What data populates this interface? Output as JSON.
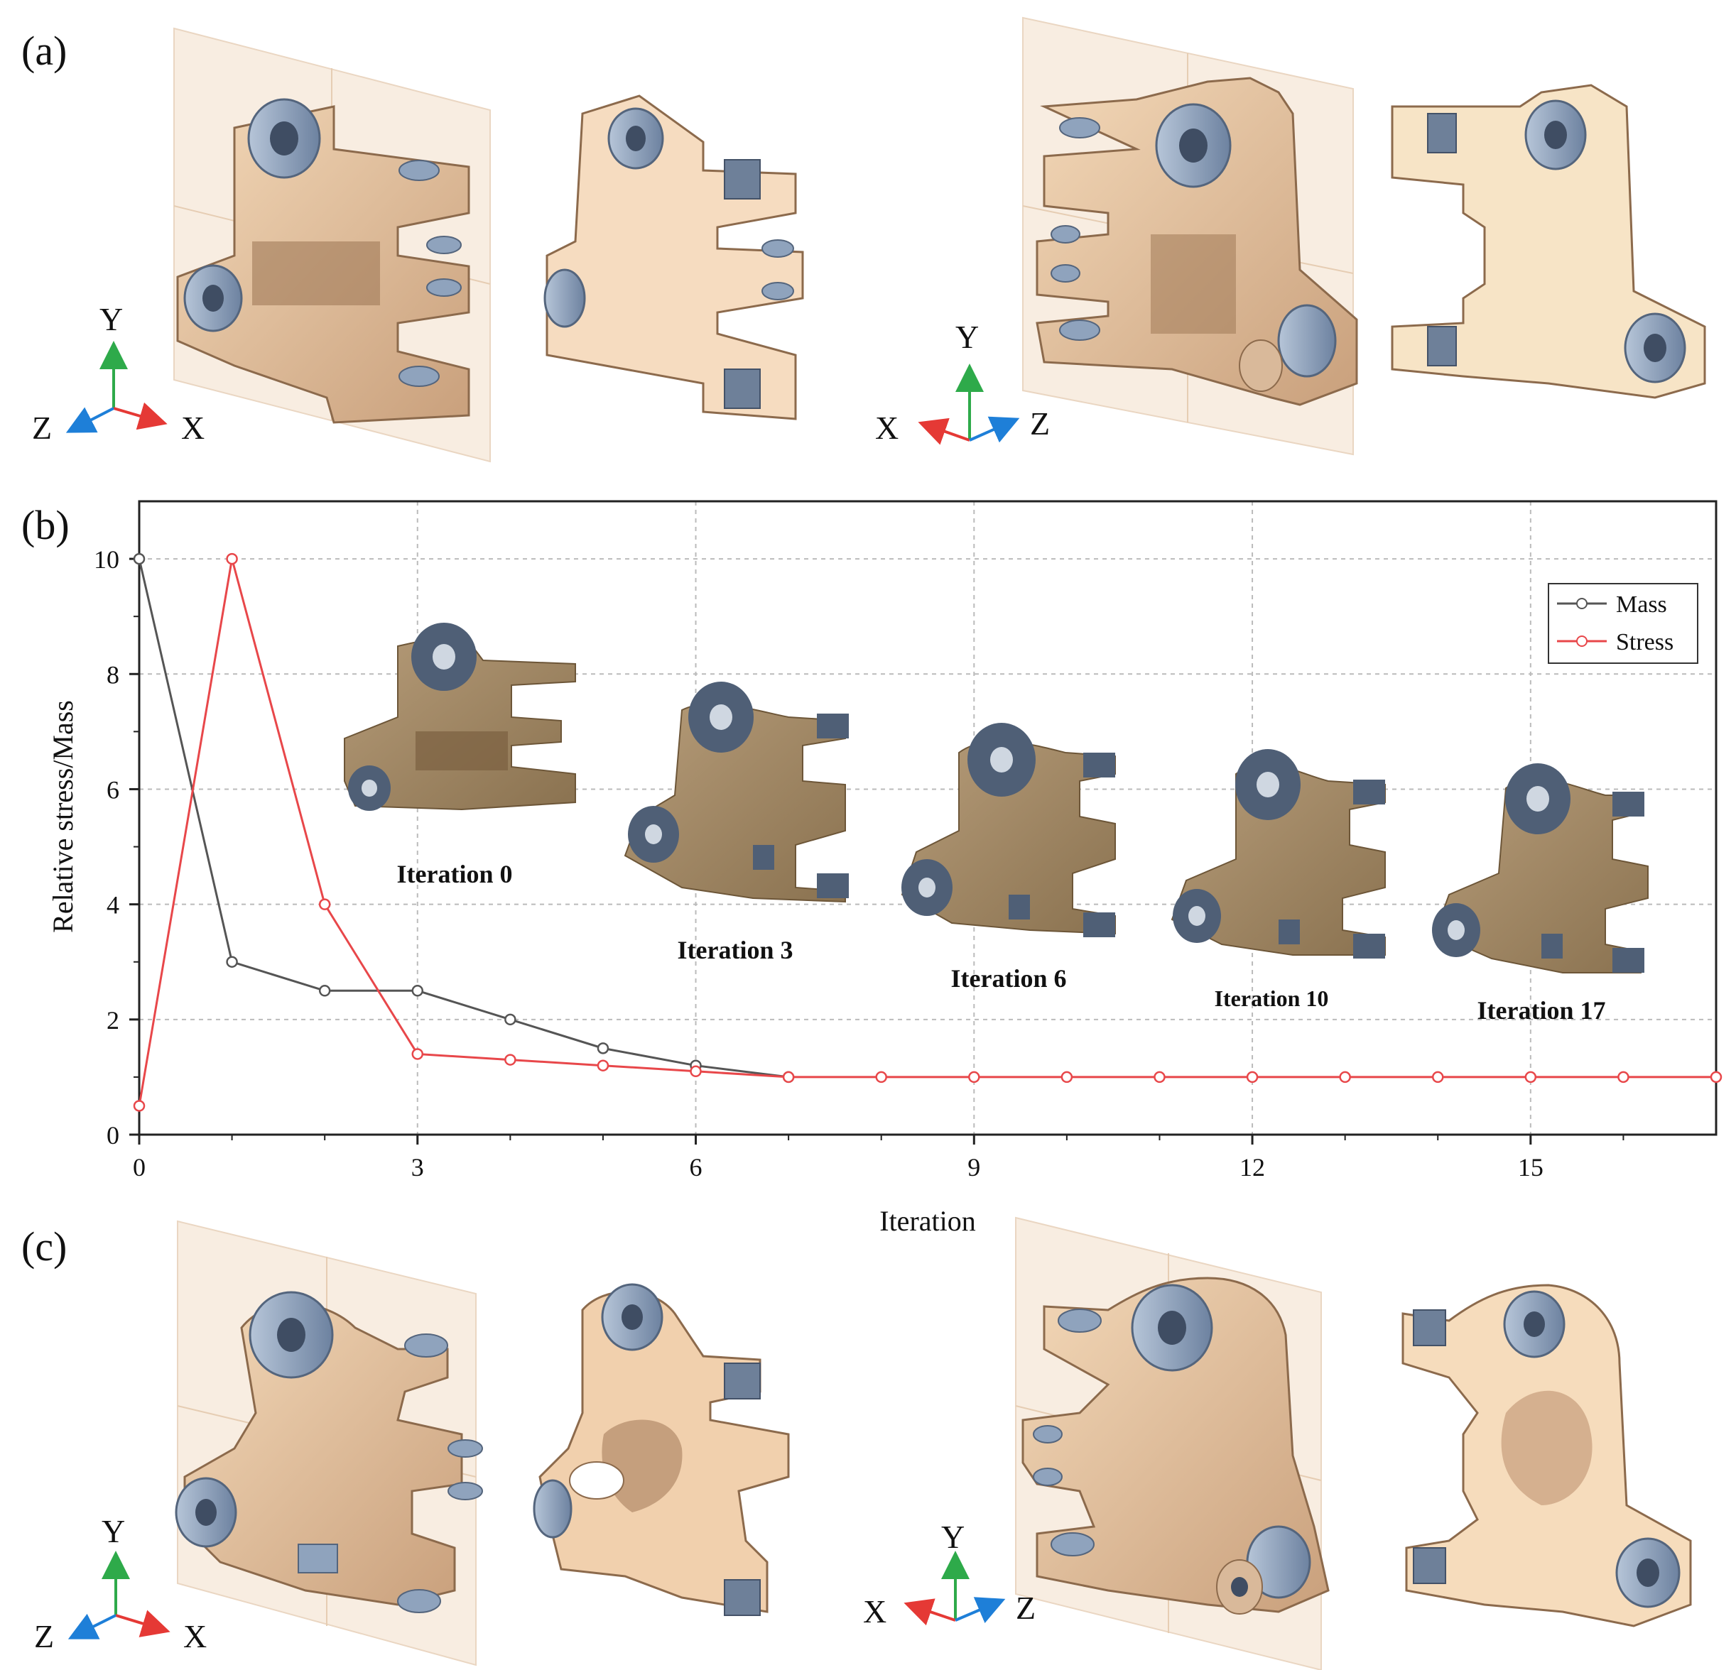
{
  "panels": {
    "a": "(a)",
    "b": "(b)",
    "c": "(c)"
  },
  "axes_triads": {
    "left": {
      "x": "X",
      "y": "Y",
      "z": "Z"
    },
    "right": {
      "x": "X",
      "y": "Y",
      "z": "Z"
    }
  },
  "colors": {
    "mass": "#555555",
    "stress": "#e8474a",
    "part_light": "#f1d6b5",
    "part_dark": "#c7a07e",
    "bushing": "#8fa3bd",
    "topo": "#a38b6a",
    "grid": "#bbbbbb",
    "plane": "#f6e7d6"
  },
  "insets": [
    {
      "label": "Iteration 0"
    },
    {
      "label": "Iteration 3"
    },
    {
      "label": "Iteration 6"
    },
    {
      "label": "Iteration 10"
    },
    {
      "label": "Iteration 17"
    }
  ],
  "chart_data": {
    "type": "line",
    "xlabel": "Iteration",
    "ylabel": "Relative stress/Mass",
    "xlim": [
      0,
      17
    ],
    "ylim": [
      0,
      11
    ],
    "xticks": [
      0,
      3,
      6,
      9,
      12,
      15
    ],
    "yticks": [
      0,
      2,
      4,
      6,
      8,
      10
    ],
    "grid": true,
    "legend": "top-right",
    "series": [
      {
        "name": "Mass",
        "color": "#555555",
        "x": [
          0,
          1,
          2,
          3,
          4,
          5,
          6,
          7
        ],
        "y": [
          10,
          3,
          2.5,
          2.5,
          2,
          1.5,
          1.2,
          1
        ]
      },
      {
        "name": "Stress",
        "color": "#e8474a",
        "x": [
          0,
          1,
          2,
          3,
          4,
          5,
          6,
          7,
          8,
          9,
          10,
          11,
          12,
          13,
          14,
          15,
          16,
          17
        ],
        "y": [
          0.5,
          10,
          4,
          1.4,
          1.3,
          1.2,
          1.1,
          1,
          1,
          1,
          1,
          1,
          1,
          1,
          1,
          1,
          1,
          1
        ]
      }
    ]
  }
}
